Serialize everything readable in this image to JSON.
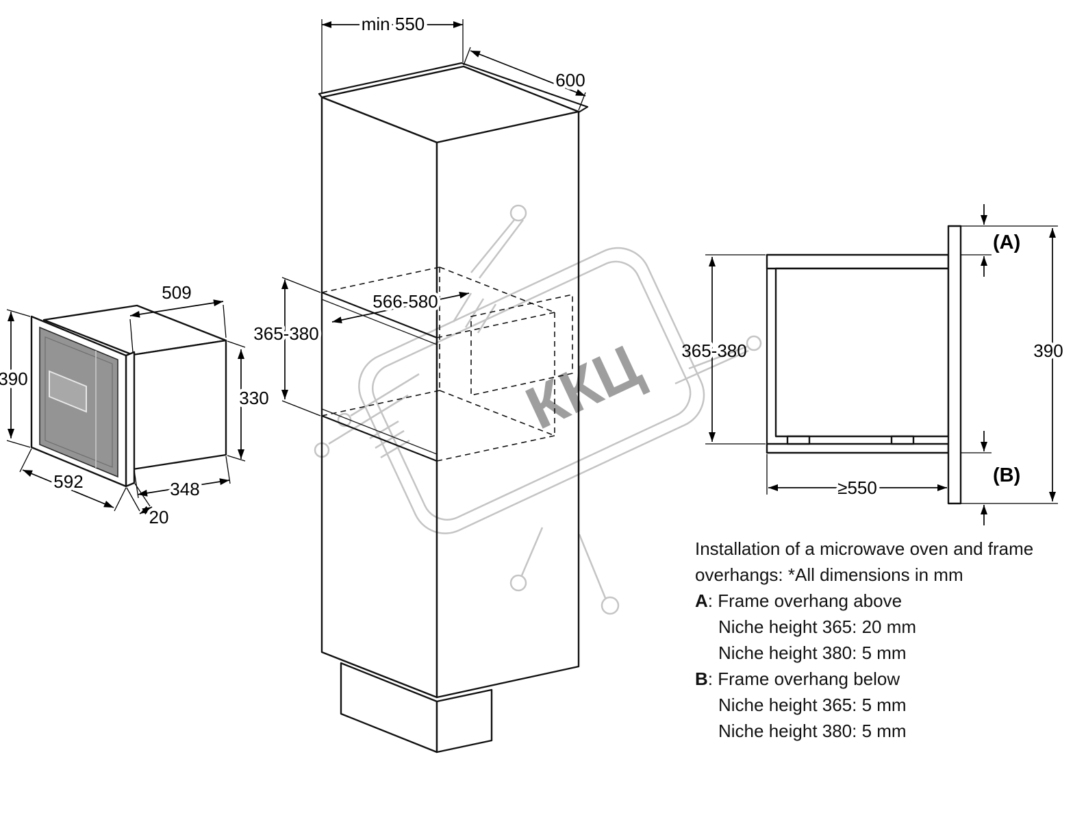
{
  "watermark": {
    "text": "ККЦ"
  },
  "microwave": {
    "d509": "509",
    "d390": "390",
    "d592": "592",
    "d348": "348",
    "d330": "330",
    "d20": "20"
  },
  "cabinet": {
    "dmin": "min 550",
    "d600": "600",
    "dwidth": "566-580",
    "dheight": "365-380"
  },
  "section": {
    "dheight": "365-380",
    "dtotal": "390",
    "ddepth": "≥550",
    "labelA": "(A)",
    "labelB": "(B)"
  },
  "notes": {
    "line1": "Installation of a microwave oven and frame",
    "line2": "overhangs: *All dimensions in mm",
    "a_key": "A",
    "a_rest": ": Frame overhang above",
    "a_item1": "Niche height 365: 20 mm",
    "a_item2": "Niche height 380: 5 mm",
    "b_key": "B",
    "b_rest": ": Frame overhang below",
    "b_item1": "Niche height 365: 5 mm",
    "b_item2": "Niche height 380: 5 mm"
  }
}
